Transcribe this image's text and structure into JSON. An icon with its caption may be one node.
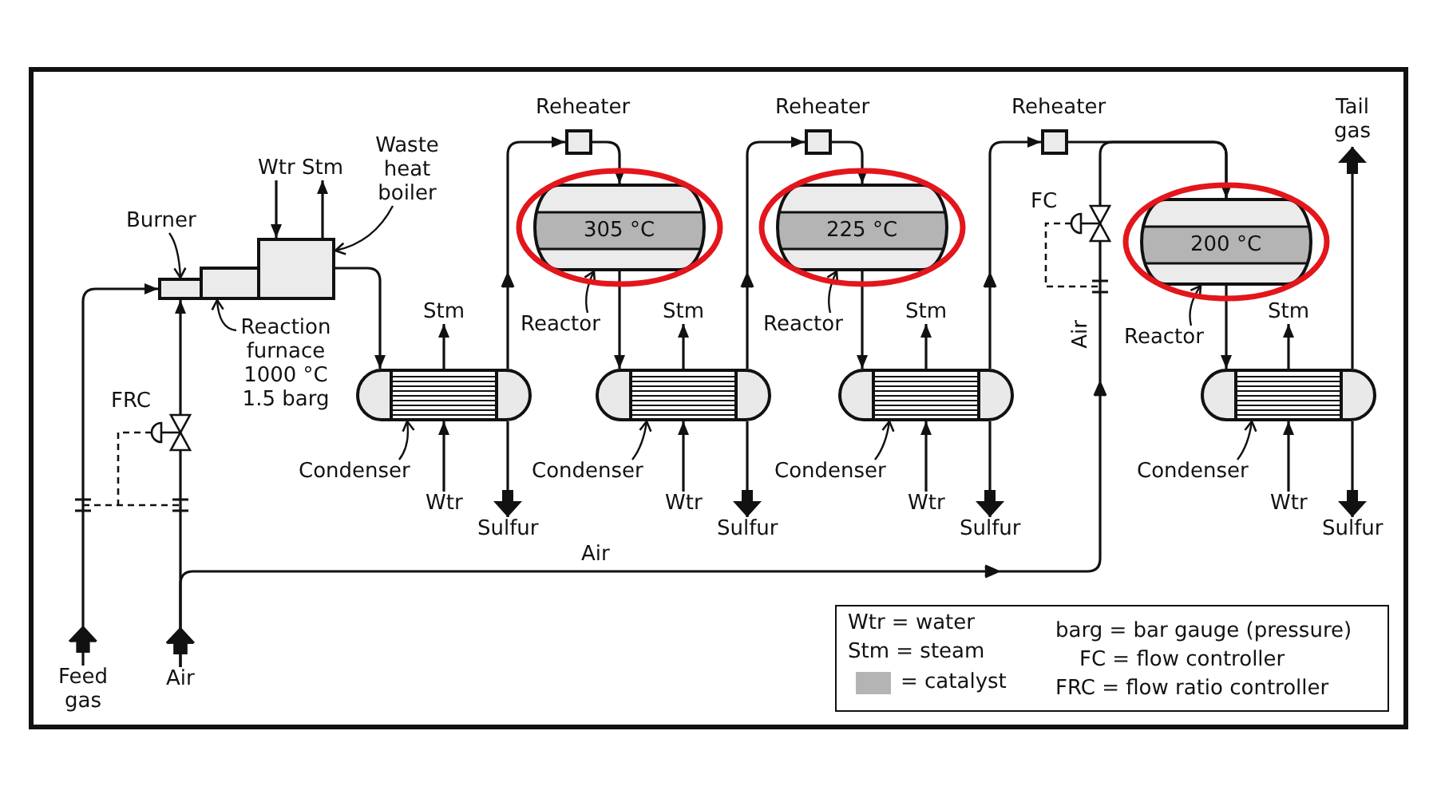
{
  "diagram": {
    "nodes": [
      {
        "text": [
          "Burner"
        ]
      },
      {
        "text": [],
        "shape": "box"
      },
      {
        "text": [],
        "shape": "box"
      },
      {
        "text": [],
        "shape": "box"
      },
      {
        "text": [
          "Wtr"
        ]
      },
      {
        "text": [
          "Stm"
        ]
      },
      {
        "text": [
          "Waste heat boiler"
        ]
      },
      {
        "text": [
          "Reaction furnace 1000 °C 1.5 barg"
        ]
      },
      {
        "text": [
          "Feed gas"
        ]
      },
      {
        "text": [
          "Air"
        ]
      },
      {
        "text": [],
        "shape": "cylinder"
      },
      {
        "text": [
          "Stm"
        ]
      },
      {
        "text": [
          "Wtr"
        ]
      },
      {
        "text": [
          "Condenser"
        ]
      },
      {
        "text": [
          "Sulfur"
        ]
      },
      {
        "text": [],
        "shape": "box",
        "beside": [
          "Reheater"
        ]
      },
      {
        "text": [
          "305 °C"
        ]
      },
      {
        "text": [
          "Reactor"
        ]
      },
      {
        "text": [],
        "shape": "cylinder"
      },
      {
        "text": [
          "Stm"
        ]
      },
      {
        "text": [
          "Wtr"
        ]
      },
      {
        "text": [
          "Condenser"
        ]
      },
      {
        "text": [
          "Sulfur"
        ]
      },
      {
        "text": [],
        "shape": "box",
        "beside": [
          "Reheater"
        ]
      },
      {
        "text": [
          "225 °C"
        ]
      },
      {
        "text": [
          "Reactor"
        ]
      },
      {
        "text": [],
        "shape": "cylinder"
      },
      {
        "text": [
          "Stm"
        ]
      },
      {
        "text": [
          "Wtr"
        ]
      },
      {
        "text": [
          "Condenser"
        ]
      },
      {
        "text": [
          "Sulfur"
        ]
      },
      {
        "text": [],
        "shape": "box",
        "beside": [
          "Reheater"
        ]
      },
      {
        "text": [
          "200 °C"
        ]
      },
      {
        "text": [
          "Reactor"
        ]
      },
      {
        "text": [],
        "shape": "cylinder"
      },
      {
        "text": [
          "Stm"
        ]
      },
      {
        "text": [
          "Wtr"
        ]
      },
      {
        "text": [
          "Condenser"
        ]
      },
      {
        "text": [
          "Sulfur"
        ]
      },
      {
        "text": [
          "Tail gas"
        ]
      }
    ],
    "edges": [
      {
        "from": 8,
        "to": 1,
        "arrow": "to"
      },
      {
        "from": 9,
        "to": 1,
        "arrow": "to"
      },
      {
        "from": 9,
        "to": 32,
        "arrow": "to",
        "label": "Air"
      },
      {
        "from": 0,
        "to": 1,
        "arrow": "to"
      },
      {
        "from": 4,
        "to": 3,
        "arrow": "to"
      },
      {
        "from": 3,
        "to": 5,
        "arrow": "to"
      },
      {
        "from": 6,
        "to": 3,
        "arrow": "to"
      },
      {
        "from": 7,
        "to": 2,
        "arrow": "to"
      },
      {
        "from": 3,
        "to": 10,
        "arrow": "to"
      },
      {
        "from": 10,
        "to": 11,
        "arrow": "to"
      },
      {
        "from": 12,
        "to": 10,
        "arrow": "to"
      },
      {
        "from": 13,
        "to": 10,
        "arrow": "to"
      },
      {
        "from": 10,
        "to": 14,
        "arrow": "to"
      },
      {
        "from": 10,
        "to": 15,
        "arrow": "to"
      },
      {
        "from": 15,
        "to": 16,
        "arrow": "to"
      },
      {
        "from": 17,
        "to": 16,
        "arrow": "to"
      },
      {
        "from": 16,
        "to": 18,
        "arrow": "to"
      },
      {
        "from": 18,
        "to": 19,
        "arrow": "to"
      },
      {
        "from": 20,
        "to": 18,
        "arrow": "to"
      },
      {
        "from": 21,
        "to": 18,
        "arrow": "to"
      },
      {
        "from": 18,
        "to": 22,
        "arrow": "to"
      },
      {
        "from": 18,
        "to": 23,
        "arrow": "to"
      },
      {
        "from": 23,
        "to": 24,
        "arrow": "to"
      },
      {
        "from": 25,
        "to": 24,
        "arrow": "to"
      },
      {
        "from": 24,
        "to": 26,
        "arrow": "to"
      },
      {
        "from": 26,
        "to": 27,
        "arrow": "to"
      },
      {
        "from": 28,
        "to": 26,
        "arrow": "to"
      },
      {
        "from": 29,
        "to": 26,
        "arrow": "to"
      },
      {
        "from": 26,
        "to": 30,
        "arrow": "to"
      },
      {
        "from": 26,
        "to": 31,
        "arrow": "to"
      },
      {
        "from": 31,
        "to": 32,
        "arrow": "to"
      },
      {
        "from": 33,
        "to": 32,
        "arrow": "to"
      },
      {
        "from": 32,
        "to": 34,
        "arrow": "to"
      },
      {
        "from": 34,
        "to": 35,
        "arrow": "to"
      },
      {
        "from": 36,
        "to": 34,
        "arrow": "to"
      },
      {
        "from": 37,
        "to": 34,
        "arrow": "to"
      },
      {
        "from": 34,
        "to": 38,
        "arrow": "to"
      },
      {
        "from": 34,
        "to": 39,
        "arrow": "to"
      }
    ],
    "labels": [
      "FRC",
      "FC",
      "Air"
    ],
    "legend": [
      {
        "text": "Wtr = water"
      },
      {
        "text": "Stm = steam"
      },
      {
        "text": "= catalyst",
        "color": "#b4b4b4"
      },
      {
        "text": "barg = bar gauge (pressure)"
      },
      {
        "text": "FC = flow controller"
      },
      {
        "text": "FRC = flow ratio controller"
      }
    ]
  }
}
